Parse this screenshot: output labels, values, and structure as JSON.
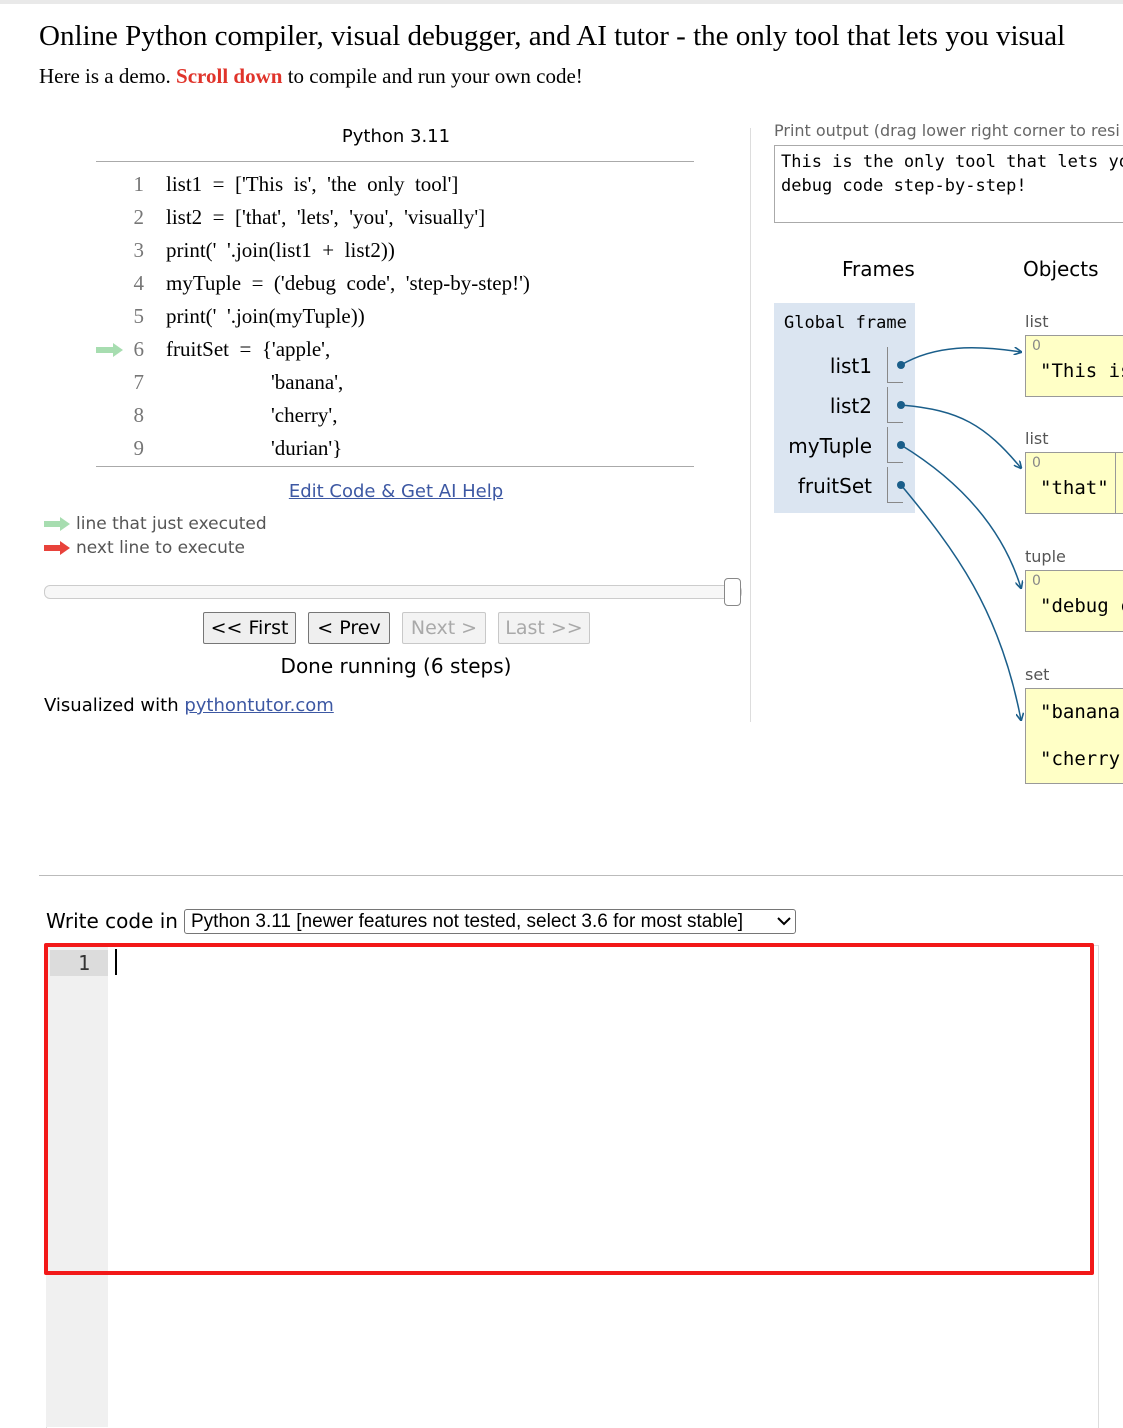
{
  "header": {
    "title": "Online Python compiler, visual debugger, and AI tutor - the only tool that lets you visual",
    "subtitle_prefix": "Here is a demo.",
    "subtitle_highlight": "Scroll down",
    "subtitle_suffix": "to compile and run your own code!"
  },
  "visualizer": {
    "language_label": "Python 3.11",
    "code_lines": [
      {
        "num": "1",
        "text": "list1  =  ['This  is',  'the  only  tool']"
      },
      {
        "num": "2",
        "text": "list2  =  ['that',  'lets',  'you',  'visually']"
      },
      {
        "num": "3",
        "text": "print('  '.join(list1  +  list2))"
      },
      {
        "num": "4",
        "text": "myTuple  =  ('debug  code',  'step-by-step!')"
      },
      {
        "num": "5",
        "text": "print('  '.join(myTuple))"
      },
      {
        "num": "6",
        "text": "fruitSet  =  {'apple',"
      },
      {
        "num": "7",
        "text": "                    'banana',"
      },
      {
        "num": "8",
        "text": "                    'cherry',"
      },
      {
        "num": "9",
        "text": "                    'durian'}"
      }
    ],
    "current_line": 6,
    "edit_link": "Edit Code & Get AI Help",
    "legend_executed": "line that just executed",
    "legend_next": "next line to execute",
    "step_progress": 1.0,
    "buttons": {
      "first": "<< First",
      "prev": "< Prev",
      "next": "Next >",
      "last": "Last >>"
    },
    "status": "Done running (6 steps)",
    "visualized_prefix": "Visualized with",
    "visualized_link": "pythontutor.com"
  },
  "output": {
    "label": "Print output (drag lower right corner to resi",
    "text": "This is the only tool that lets you\ndebug code step-by-step!"
  },
  "frames": {
    "header": "Frames",
    "global_title": "Global frame",
    "vars": [
      "list1",
      "list2",
      "myTuple",
      "fruitSet"
    ]
  },
  "objects": {
    "header": "Objects",
    "items": [
      {
        "type": "list",
        "index": "0",
        "value": "\"This  is"
      },
      {
        "type": "list",
        "index": "0",
        "value": "\"that\""
      },
      {
        "type": "tuple",
        "index": "0",
        "value": "\"debug  c"
      },
      {
        "type": "set",
        "values": [
          "\"banana\"",
          "\"cherry\""
        ]
      }
    ]
  },
  "editor": {
    "write_label": "Write code in",
    "selected_language": "Python 3.11 [newer features not tested, select 3.6 for most stable]",
    "line_number": "1"
  },
  "colors": {
    "accent_red": "#e0342b",
    "link_blue": "#3d58a3",
    "frame_bg": "#dbe5f1",
    "object_bg": "#ffffc6",
    "pointer": "#1a5e8a",
    "executed_arrow": "#a7ddb0",
    "next_arrow": "#e8423b",
    "highlight_border": "#f21818"
  }
}
